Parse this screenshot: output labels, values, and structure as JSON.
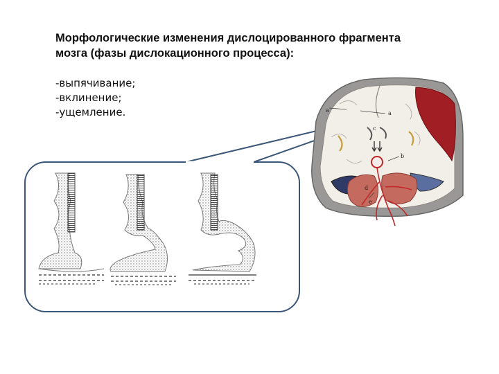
{
  "title": {
    "line1": "Морфологические изменения дислоцированного  фрагмента",
    "line2": "мозга (фазы  дислокационного  процесса):"
  },
  "phases": [
    "-выпячивание;",
    "-вклинение;",
    "-ущемление."
  ],
  "brain_labels": [
    "a",
    "a",
    "c",
    "b",
    "d",
    "e"
  ],
  "colors": {
    "outline": "#3b5677",
    "hematoma": "#a01e24",
    "skull": "#9a9896",
    "brain": "#f2eee8",
    "cerebellum": "#c46a5e",
    "vessel": "#c0282a"
  }
}
